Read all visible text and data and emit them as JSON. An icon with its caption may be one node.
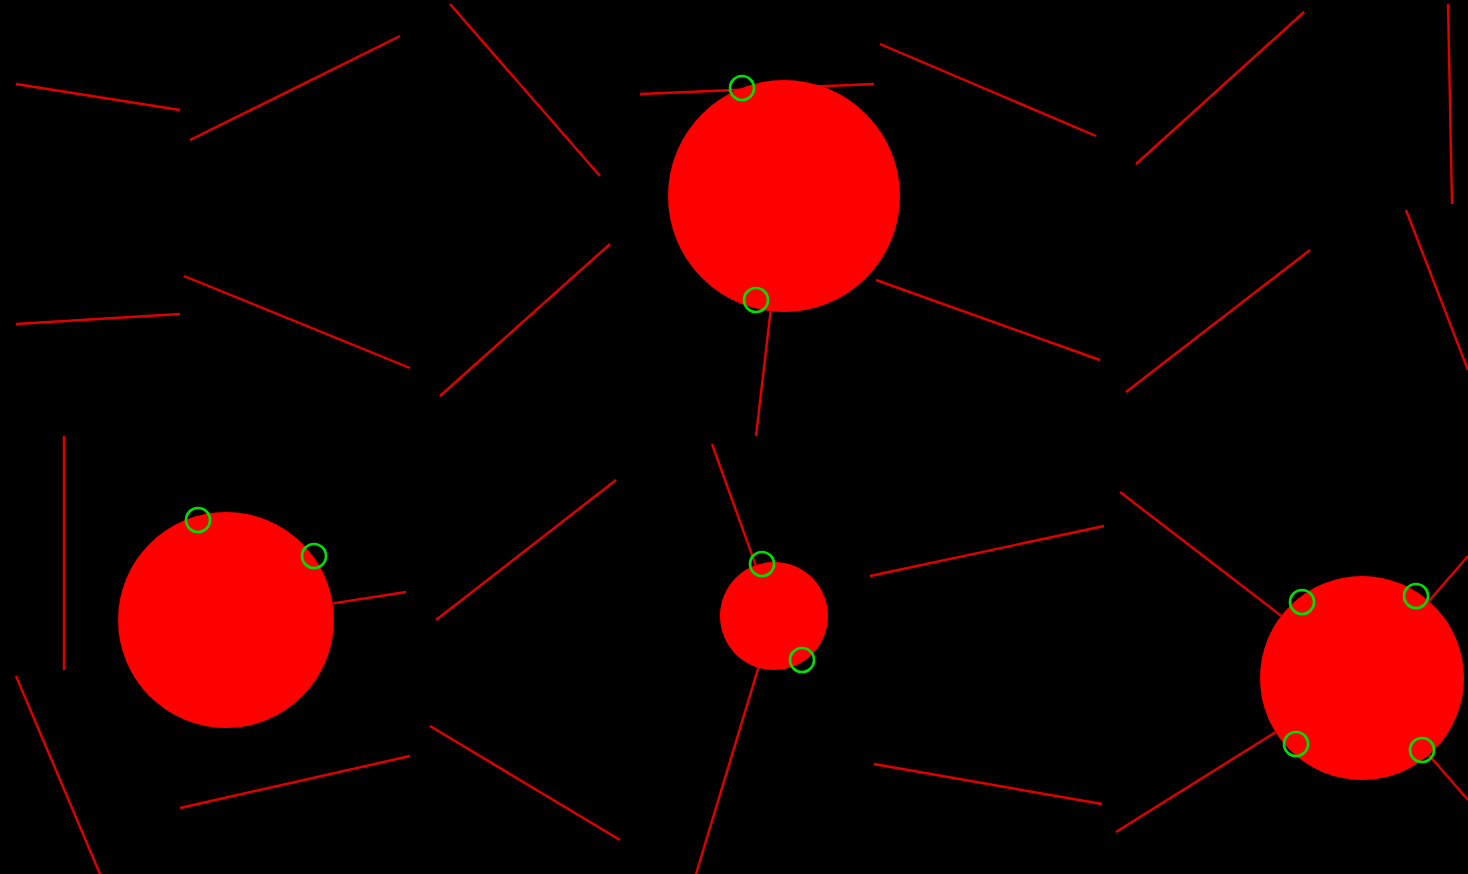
{
  "diagram": {
    "nodes": [
      {
        "text": [],
        "shape": "circle"
      },
      {
        "text": [],
        "shape": "circle"
      },
      {
        "text": [],
        "shape": "circle"
      },
      {
        "text": [],
        "shape": "circle"
      }
    ],
    "edges": [
      {
        "from": 0,
        "to": null,
        "arrow": "none"
      },
      {
        "from": 1,
        "to": null,
        "arrow": "none"
      },
      {
        "from": 2,
        "to": null,
        "arrow": "none"
      },
      {
        "from": 2,
        "to": null,
        "arrow": "none"
      },
      {
        "from": 3,
        "to": null,
        "arrow": "none"
      },
      {
        "from": 3,
        "to": null,
        "arrow": "none"
      },
      {
        "from": 3,
        "to": null,
        "arrow": "none"
      },
      {
        "from": 3,
        "to": null,
        "arrow": "none"
      }
    ]
  }
}
